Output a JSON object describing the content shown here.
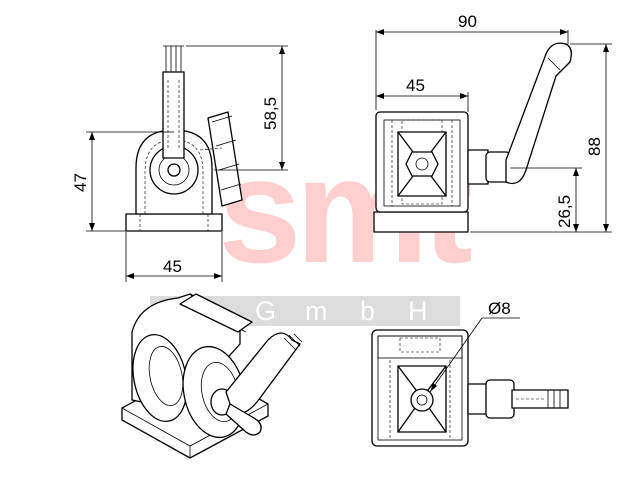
{
  "watermark": {
    "logo": "smt",
    "subtitle": [
      "G",
      "m",
      "b",
      "H"
    ]
  },
  "dimensions": {
    "side_base_width": "45",
    "side_height": "47",
    "side_lever_height": "58,5",
    "front_total_width": "90",
    "front_body_width": "45",
    "front_total_height": "88",
    "front_axis_height": "26,5",
    "pin_diameter": "Ø8"
  }
}
